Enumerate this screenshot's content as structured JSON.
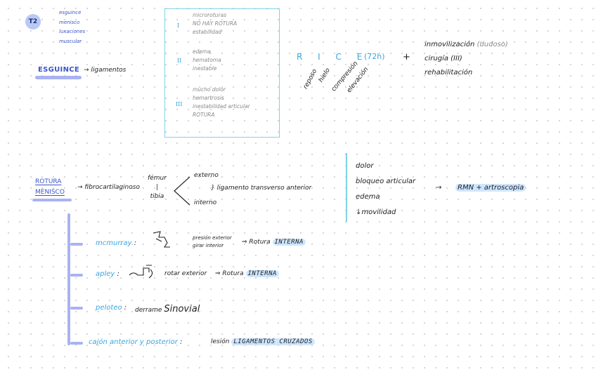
{
  "badge": "T2",
  "tags": [
    "esguince",
    "menisco",
    "luxaciones",
    "muscular"
  ],
  "esguince": {
    "title": "ESGUINCE",
    "arrow_text": "→ ligamentos"
  },
  "grades": [
    {
      "numeral": "I",
      "lines": [
        "microroturas",
        "NO HAY ROTURA",
        "estabilidad"
      ]
    },
    {
      "numeral": "II",
      "lines": [
        "edema",
        "hematoma",
        "inestable"
      ]
    },
    {
      "numeral": "III",
      "lines": [
        "mucho dolor",
        "hemartrosis",
        "inestabilidad articular",
        "ROTURA"
      ]
    }
  ],
  "rice": {
    "letters": "R I C E",
    "duration": "(72h)",
    "plus": "+",
    "expansions": [
      "reposo",
      "hielo",
      "compresión",
      "elevación"
    ]
  },
  "treatments": [
    {
      "text": "inmovilización",
      "note": "(dudoso)"
    },
    {
      "text": "cirugía (III)",
      "note": ""
    },
    {
      "text": "rehabilitación",
      "note": ""
    }
  ],
  "rotura": {
    "title_line1": "ROTURA",
    "title_line2": "MENISCO",
    "arrow_text": "→ fibrocartilaginoso",
    "bones": [
      "fémur",
      "|",
      "tibia"
    ],
    "sides": {
      "top": "externo",
      "middle": "} ligamento transverso anterior",
      "bottom": "interno"
    }
  },
  "symptoms": [
    "dolor",
    "bloqueo articular",
    "edema",
    "↓movilidad"
  ],
  "diagnosis": {
    "arrow": "→",
    "text": "RMN + artroscopia"
  },
  "tests": [
    {
      "name": "mcmurray",
      "sep": ":",
      "detail_lines": [
        "presión exterior",
        "girar interior"
      ],
      "result_prefix": "⇒ Rotura",
      "result_caps": "INTERNA"
    },
    {
      "name": "apley",
      "sep": ":",
      "detail_lines": [
        "rotar exterior"
      ],
      "result_prefix": "⇒ Rotura",
      "result_caps": "INTERNA"
    },
    {
      "name": "peloteo",
      "sep": ":",
      "detail_prefix": "derrame",
      "detail_big": "Sinovial"
    },
    {
      "name": "cajón anterior y posterior",
      "sep": ":",
      "detail_prefix": "lesión",
      "result_caps": "LIGAMENTOS CRUZADOS"
    }
  ]
}
